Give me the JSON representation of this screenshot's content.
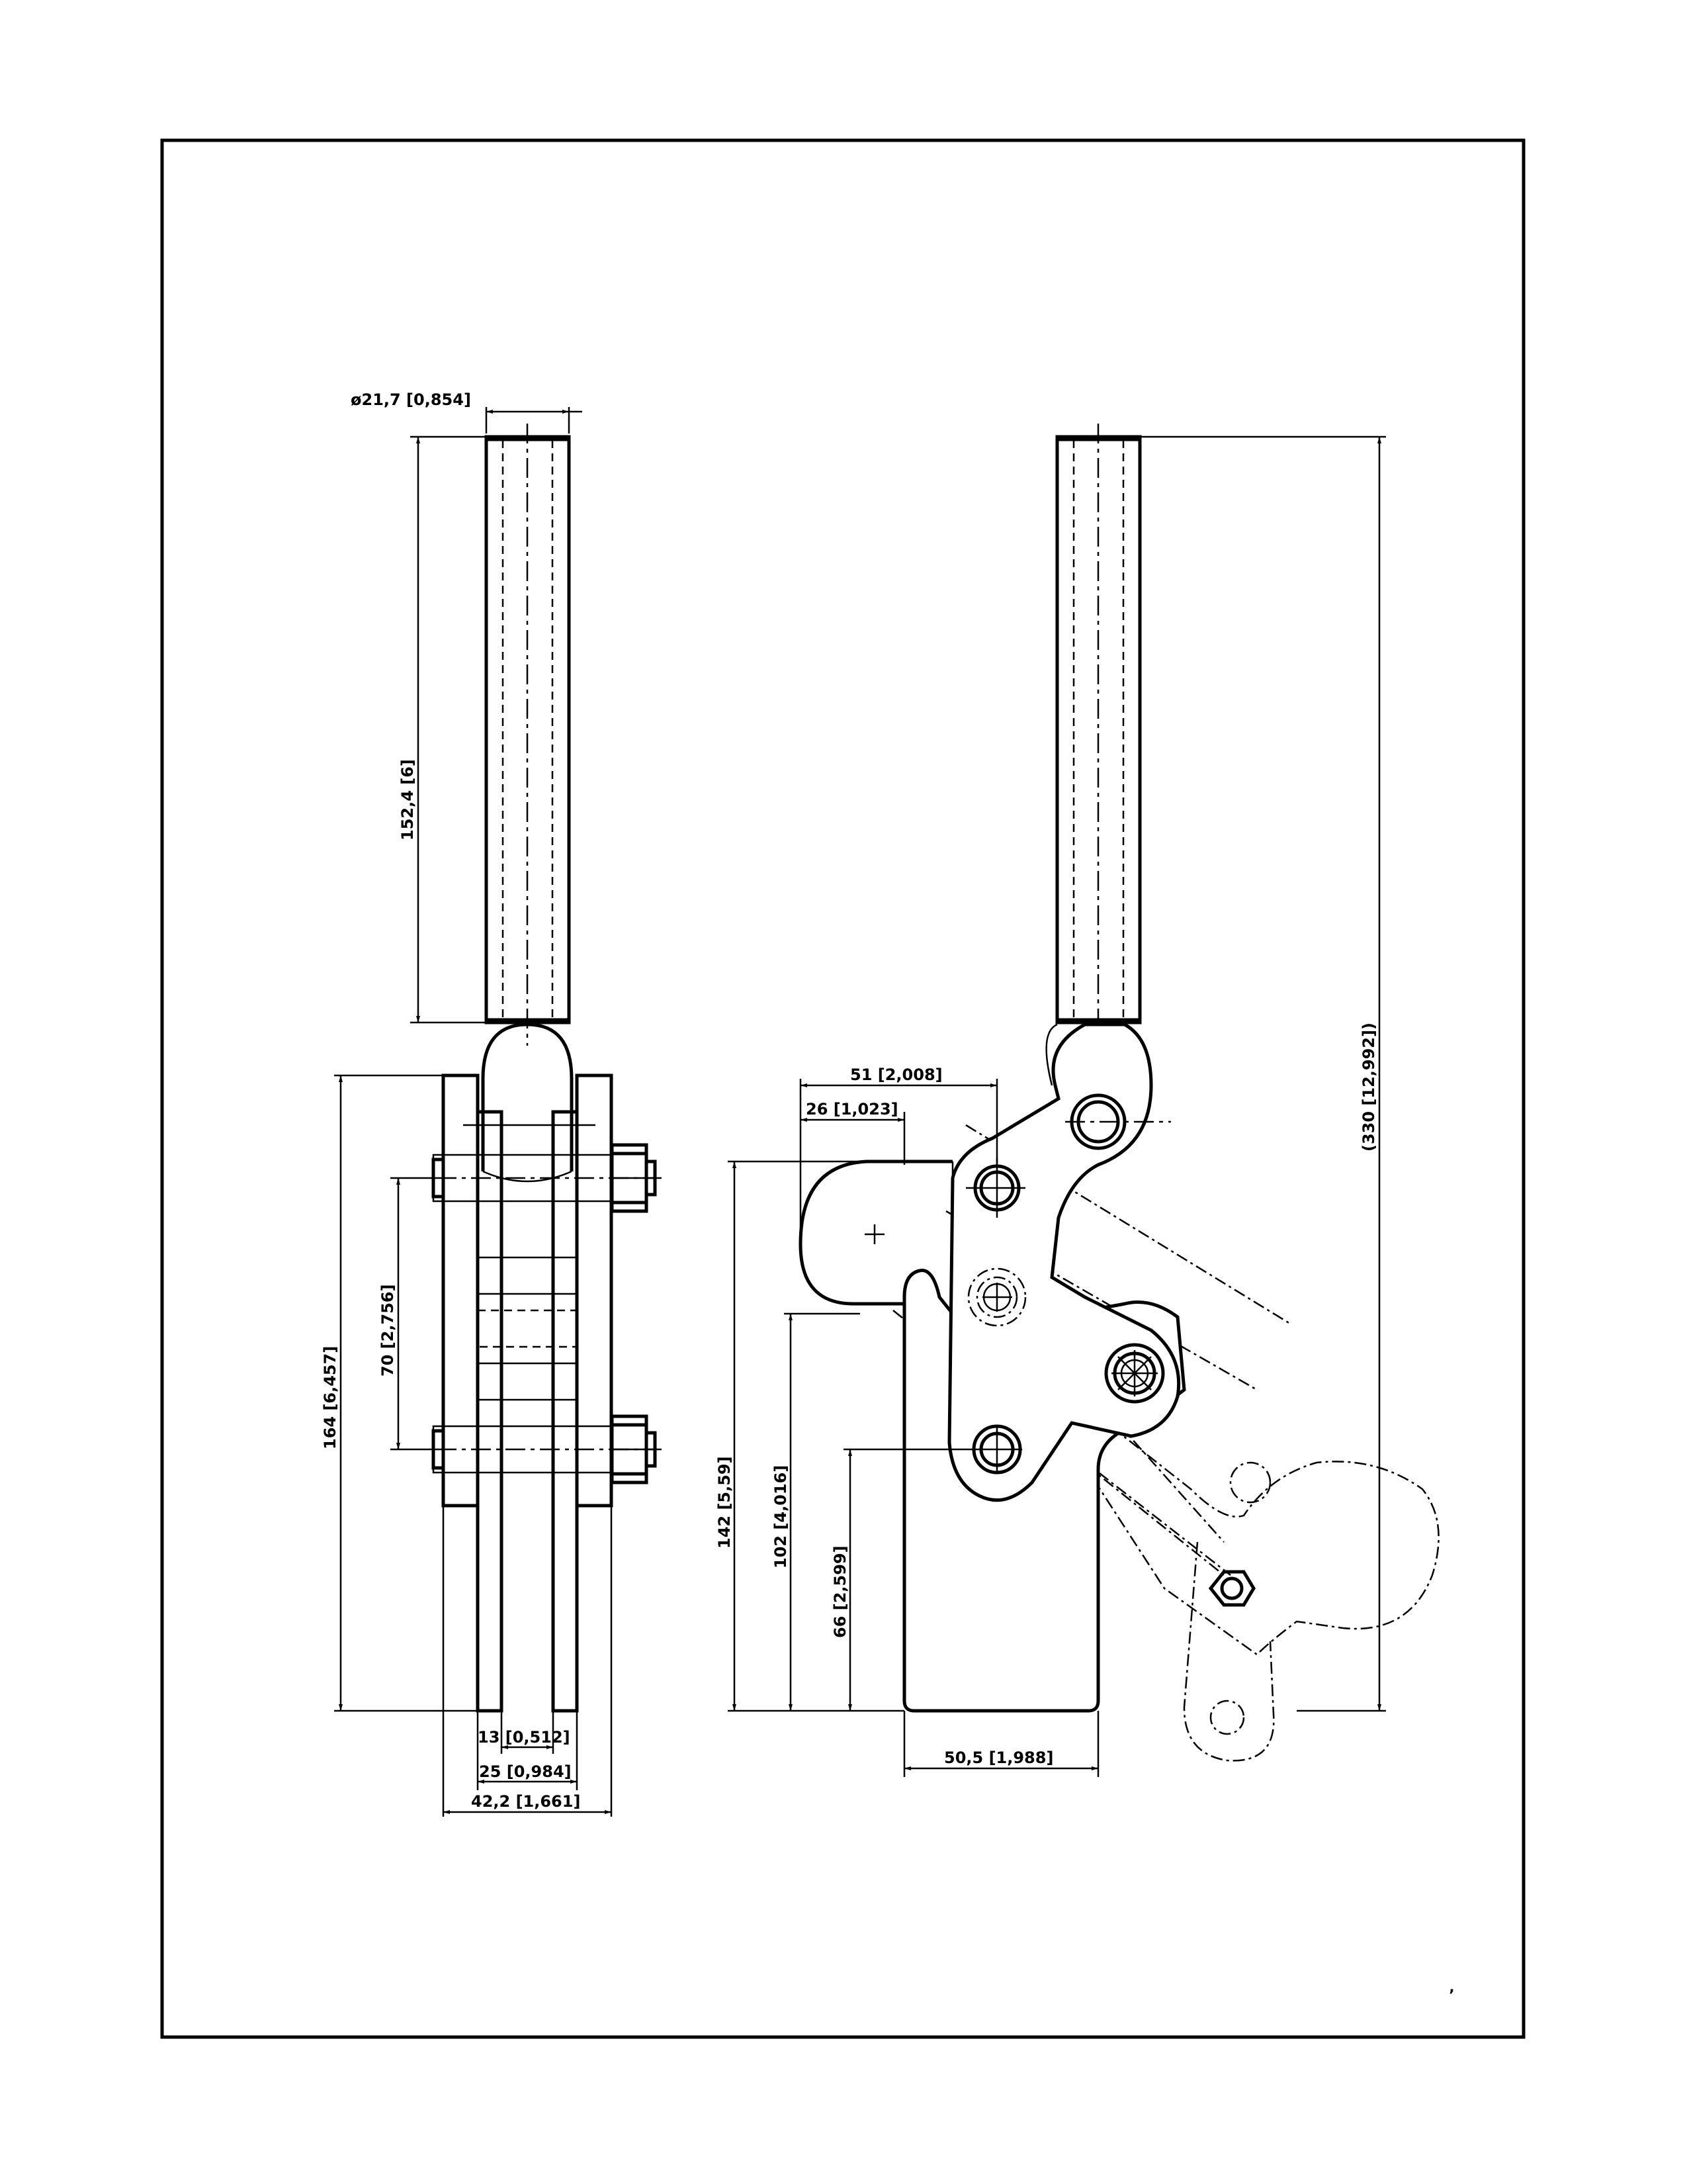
{
  "drawing": {
    "dimensions": {
      "tube_diameter": "ø21,7 [0,854]",
      "tube_length": "152,4 [6]",
      "overall_height": "164 [6,457]",
      "hole_spacing": "70 [2,756]",
      "inner_gap": "13 [0,512]",
      "inner_width": "25 [0,984]",
      "outer_width": "42,2 [1,661]",
      "horiz_51": "51 [2,008]",
      "horiz_26": "26 [1,023]",
      "height_142": "142 [5,59]",
      "height_102": "102 [4,016]",
      "height_66": "66 [2,599]",
      "base_width": "50,5 [1,988]",
      "total_height": "(330 [12,992])"
    },
    "mark": "‚"
  }
}
